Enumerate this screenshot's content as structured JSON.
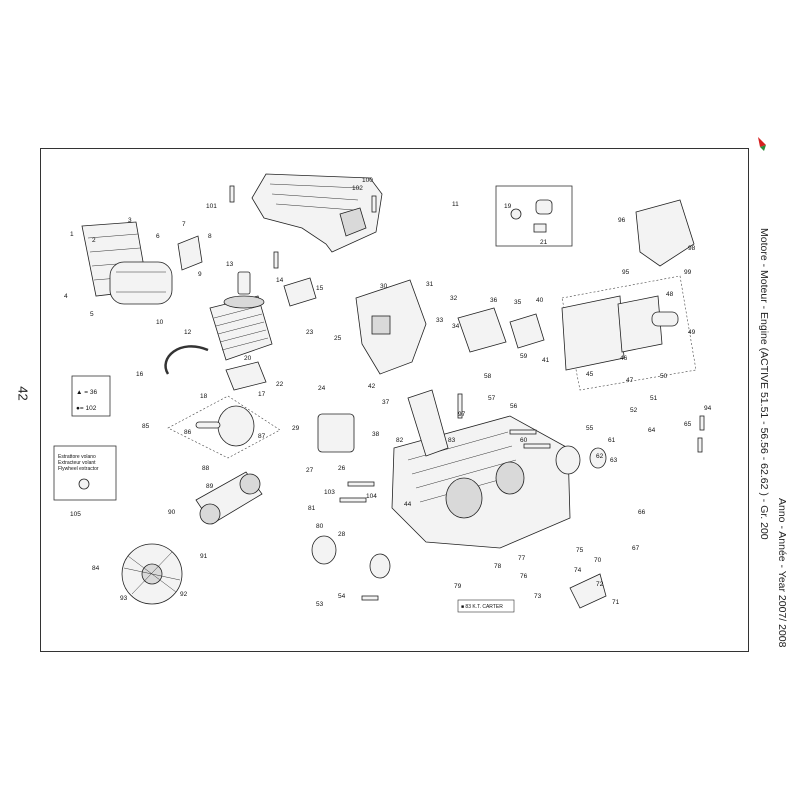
{
  "page": {
    "number": "42",
    "title": "Motore - Moteur - Engine (ACTIVE 51.51 - 56.56 - 62.62 ) - Gr. 200",
    "year": "Anno - Année - Year 2007/ 2008"
  },
  "brand": {
    "logo_text": "ACTIVE",
    "accent_color": "#d62020",
    "secondary_color": "#2a8a3a"
  },
  "legend": {
    "triangle_ref": "▲ = 36",
    "dot_ref": "●= 102"
  },
  "tool_box": {
    "lines": [
      "Estrattore volano",
      "Extracteur volant",
      "Flywheel extractor"
    ],
    "ref": "105"
  },
  "carter_label": "■ 83 K.T. CARTER",
  "callouts": [
    "1",
    "2",
    "3",
    "4",
    "5",
    "6",
    "7",
    "8",
    "9",
    "10",
    "11",
    "12",
    "13",
    "14",
    "15",
    "16",
    "17",
    "18",
    "19",
    "20",
    "21",
    "22",
    "23",
    "24",
    "25",
    "26",
    "27",
    "28",
    "29",
    "30",
    "31",
    "32",
    "33",
    "34",
    "35",
    "36",
    "37",
    "38",
    "40",
    "41",
    "42",
    "44",
    "45",
    "46",
    "47",
    "48",
    "49",
    "50",
    "51",
    "52",
    "53",
    "54",
    "55",
    "56",
    "57",
    "58",
    "59",
    "60",
    "61",
    "62",
    "63",
    "64",
    "65",
    "66",
    "67",
    "70",
    "71",
    "72",
    "73",
    "74",
    "75",
    "76",
    "77",
    "78",
    "79",
    "80",
    "81",
    "82",
    "83",
    "84",
    "85",
    "86",
    "87",
    "88",
    "89",
    "90",
    "91",
    "92",
    "93",
    "94",
    "95",
    "96",
    "97",
    "98",
    "99",
    "100",
    "101",
    "102",
    "103",
    "104",
    "105"
  ]
}
